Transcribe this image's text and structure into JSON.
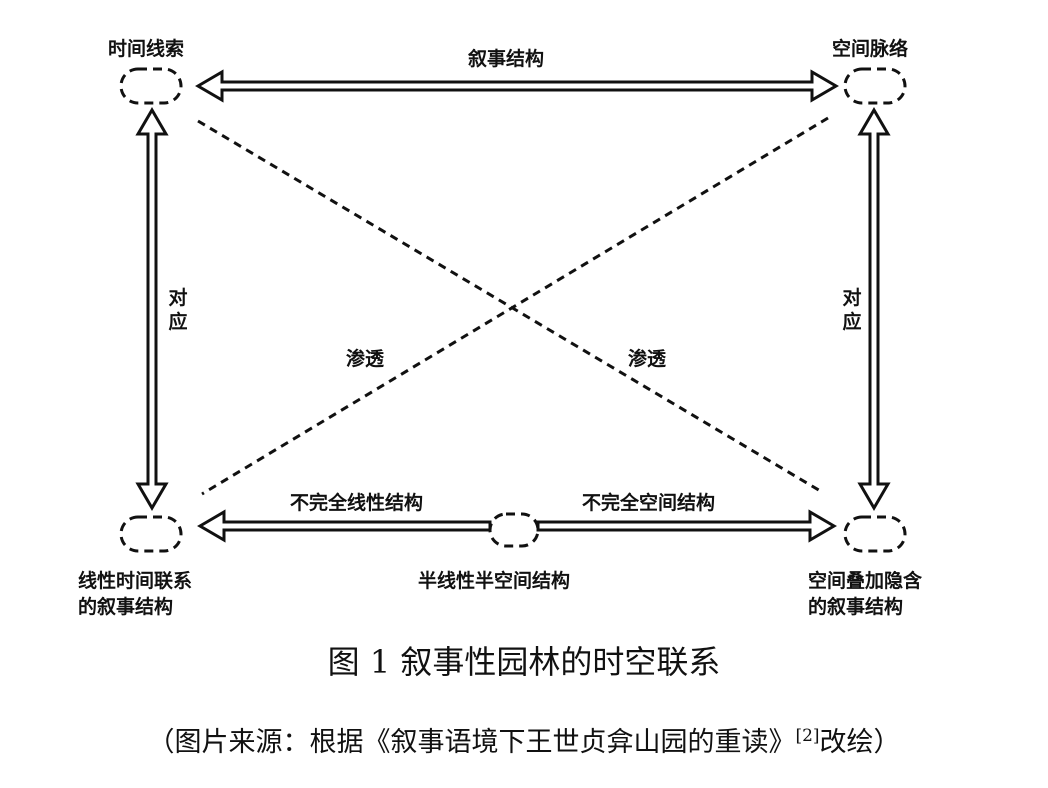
{
  "nodes": {
    "top_left": "时间线索",
    "top_right": "空间脉络",
    "bottom_left_line1": "线性时间联系",
    "bottom_left_line2": "的叙事结构",
    "bottom_right_line1": "空间叠加隐含",
    "bottom_right_line2": "的叙事结构"
  },
  "edges": {
    "top": "叙事结构",
    "left": "对应",
    "right": "对应",
    "diag_left": "渗透",
    "diag_right": "渗透",
    "bottom_left": "不完全线性结构",
    "bottom_right": "不完全空间结构",
    "bottom_center": "半线性半空间结构"
  },
  "caption": "图 1  叙事性园林的时空联系",
  "source": {
    "text": "（图片来源：根据《叙事语境下王世贞弇山园的重读》",
    "ref": "[2]",
    "suffix": "改绘）"
  }
}
